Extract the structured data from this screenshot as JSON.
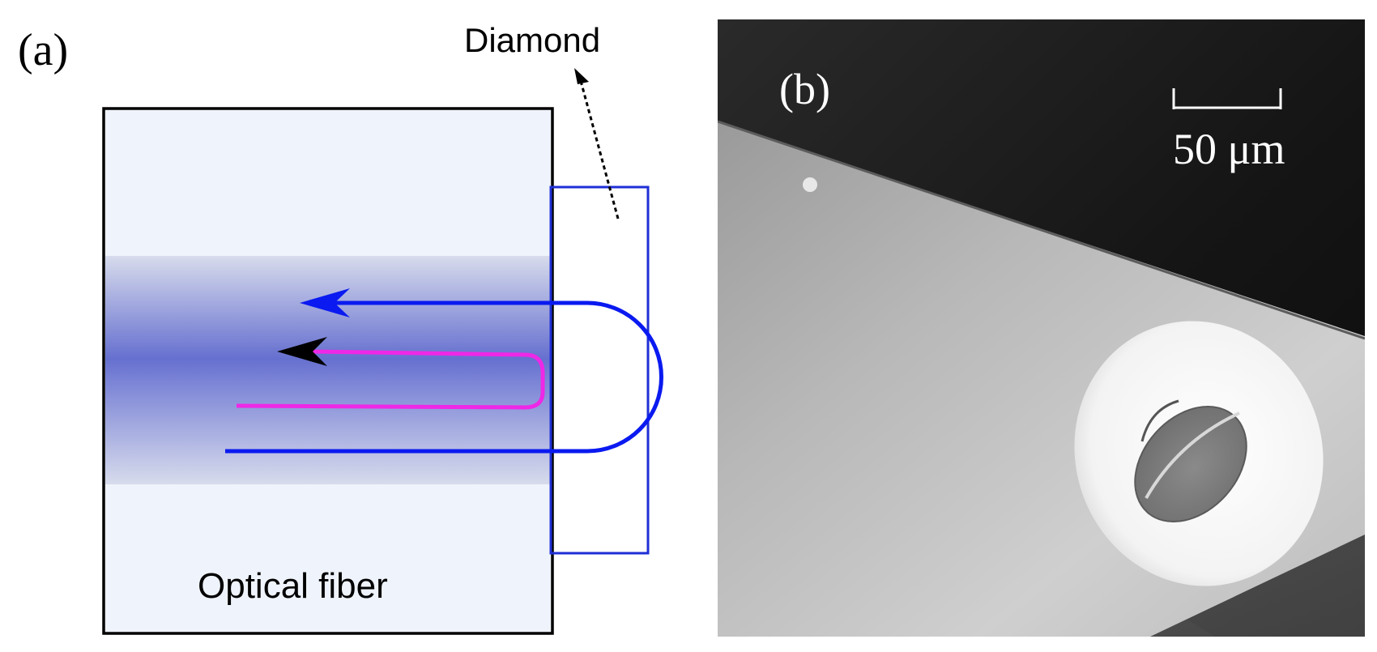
{
  "panel_a": {
    "label": "(a)",
    "diamond_label": "Diamond",
    "fiber_label": "Optical fiber",
    "colors": {
      "fiber_fill": "#eff3fb",
      "core": "#6670cf",
      "diamond_outline": "#1f2fd6",
      "blue_path": "#0a1af0",
      "magenta_path": "#ee28e6",
      "frame": "#000000"
    }
  },
  "panel_b": {
    "label": "(b)",
    "scale_text": "50 μm"
  }
}
